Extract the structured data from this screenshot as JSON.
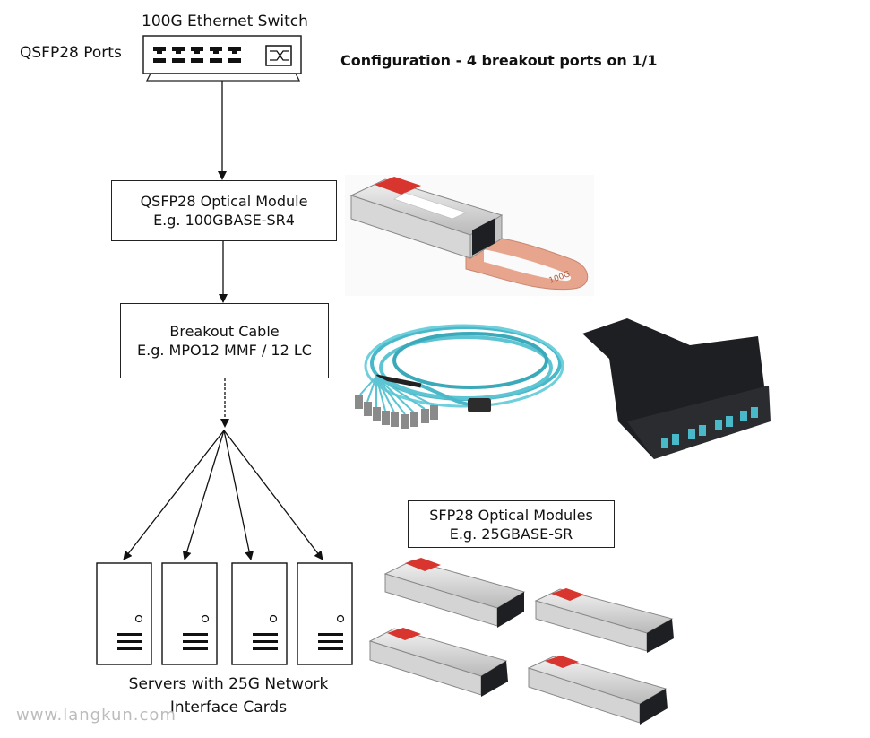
{
  "switch": {
    "title": "100G Ethernet Switch",
    "ports_label": "QSFP28 Ports"
  },
  "config_label": "Configuration - 4 breakout ports on 1/1",
  "qsfp_box": {
    "line1": "QSFP28 Optical Module",
    "line2": "E.g. 100GBASE-SR4"
  },
  "breakout_box": {
    "line1": "Breakout Cable",
    "line2": "E.g. MPO12 MMF / 12 LC"
  },
  "sfp_box": {
    "line1": "SFP28 Optical Modules",
    "line2": "E.g. 25GBASE-SR"
  },
  "servers_label": {
    "line1": "Servers with 25G Network",
    "line2": "Interface Cards"
  },
  "watermark": "www.langkun.com",
  "module_label": "100G",
  "colors": {
    "aqua": "#49b8c8",
    "module_red": "#d8352f",
    "pull_tab": "#e8a58d",
    "cassette": "#1d1f22"
  }
}
